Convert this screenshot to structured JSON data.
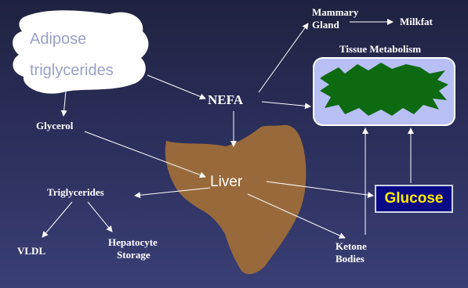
{
  "diagram": {
    "nodes": {
      "adipose_line1": "Adipose",
      "adipose_line2": "triglycerides",
      "nefa": "NEFA",
      "mammary_line1": "Mammary",
      "mammary_line2": "Gland",
      "milkfat": "Milkfat",
      "tissue_metabolism": "Tissue Metabolism",
      "glycerol": "Glycerol",
      "liver": "Liver",
      "triglycerides": "Triglycerides",
      "glucose": "Glucose",
      "vldl": "VLDL",
      "hepatocyte_line1": "Hepatocyte",
      "hepatocyte_line2": "Storage",
      "ketone_line1": "Ketone",
      "ketone_line2": "Bodies"
    },
    "colors": {
      "background_top": "#1f2340",
      "background_bottom": "#3a3f75",
      "cloud_fill": "#ffffff",
      "liver_fill": "#986a3b",
      "tissue_box_fill": "#b8bff5",
      "tissue_shape_fill": "#0d6a10",
      "glucose_box_fill": "#0a0a86",
      "glucose_text": "#ffea00",
      "arrow": "#ffffff"
    }
  }
}
